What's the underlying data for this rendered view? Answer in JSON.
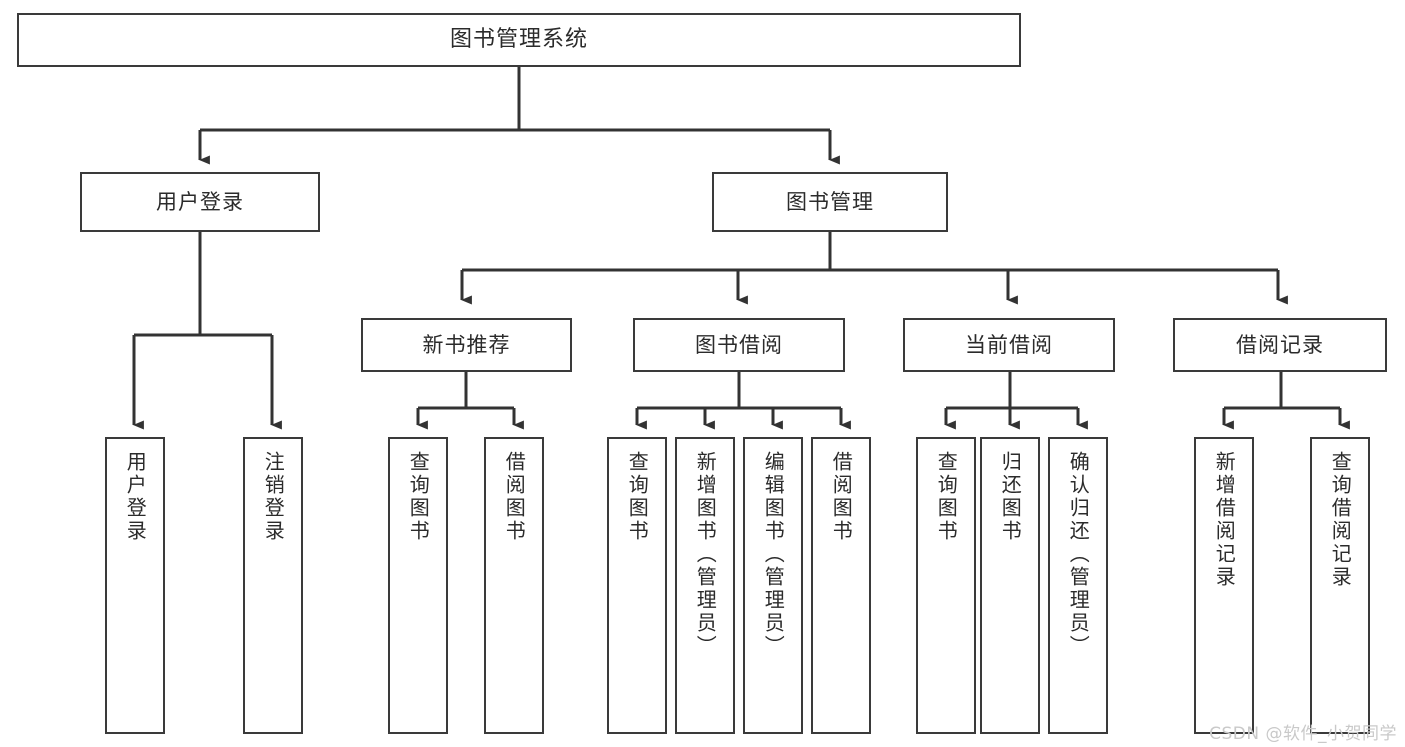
{
  "diagram": {
    "type": "hierarchy-tree",
    "title": "图书管理系统",
    "colors": {
      "box_border": "#3a3a3a",
      "box_fill": "#ffffff",
      "connector": "#333333",
      "text": "#2b2b2b",
      "watermark": "#c9c9c9"
    },
    "root": {
      "label": "图书管理系统"
    },
    "level2": [
      {
        "label": "用户登录"
      },
      {
        "label": "图书管理"
      }
    ],
    "level3": [
      {
        "label": "新书推荐"
      },
      {
        "label": "图书借阅"
      },
      {
        "label": "当前借阅"
      },
      {
        "label": "借阅记录"
      }
    ],
    "leaves": {
      "user_login": [
        {
          "label": "用户登录"
        },
        {
          "label": "注销登录"
        }
      ],
      "new_book_recommend": [
        {
          "label": "查询图书"
        },
        {
          "label": "借阅图书"
        }
      ],
      "book_borrow": [
        {
          "label": "查询图书"
        },
        {
          "label": "新增图书（管理员）"
        },
        {
          "label": "编辑图书（管理员）"
        },
        {
          "label": "借阅图书"
        }
      ],
      "current_borrow": [
        {
          "label": "查询图书"
        },
        {
          "label": "归还图书"
        },
        {
          "label": "确认归还（管理员）"
        }
      ],
      "borrow_record": [
        {
          "label": "新增借阅记录"
        },
        {
          "label": "查询借阅记录"
        }
      ]
    },
    "watermark": "CSDN @软件_小贺同学"
  }
}
